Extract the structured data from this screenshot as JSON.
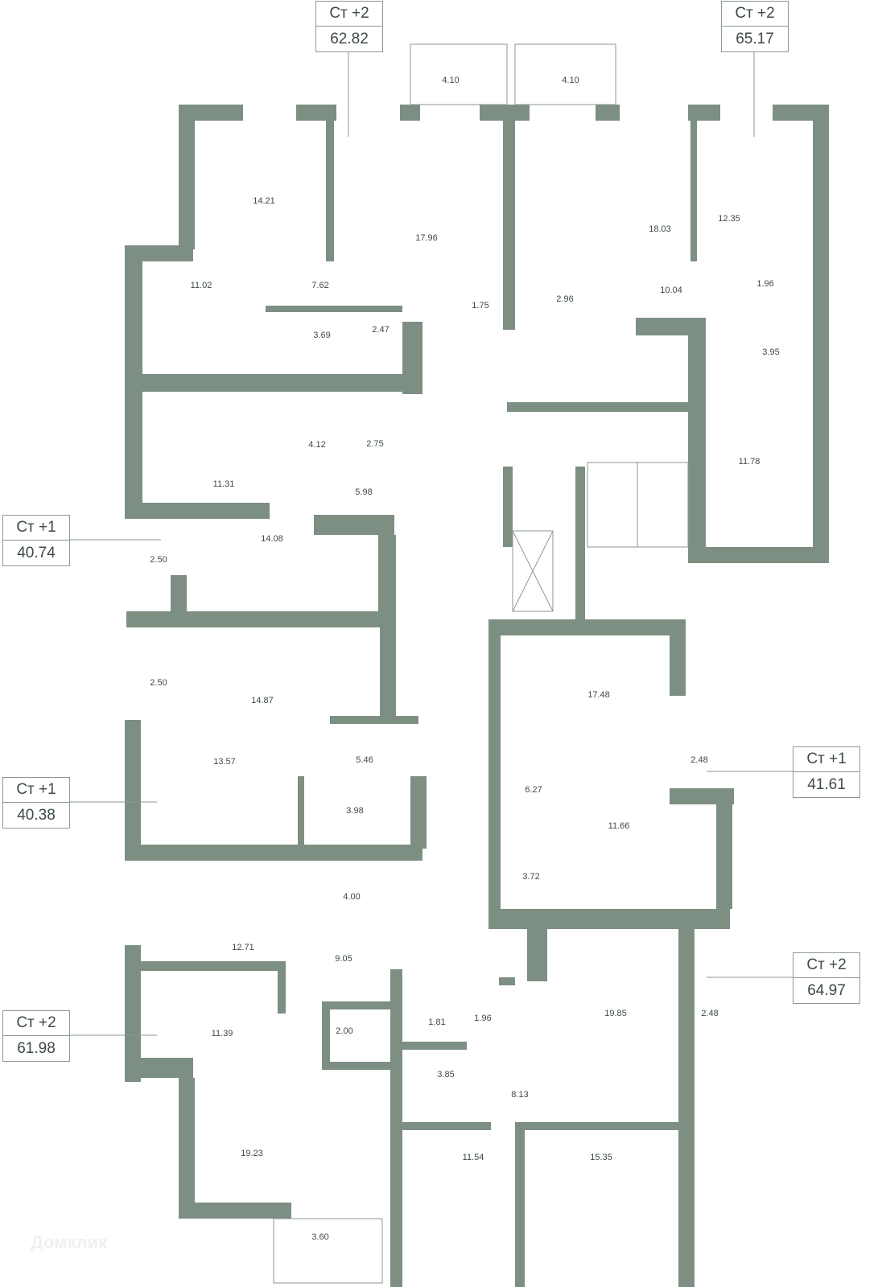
{
  "plan": {
    "wall_color": "#7d8f83",
    "callouts": [
      {
        "type": "Ст +2",
        "area": "62.82"
      },
      {
        "type": "Ст +2",
        "area": "65.17"
      },
      {
        "type": "Ст +1",
        "area": "40.74"
      },
      {
        "type": "Ст +1",
        "area": "40.38"
      },
      {
        "type": "Ст +2",
        "area": "61.98"
      },
      {
        "type": "Ст +1",
        "area": "41.61"
      },
      {
        "type": "Ст +2",
        "area": "64.97"
      }
    ],
    "rooms": [
      "4.10",
      "4.10",
      "14.21",
      "17.96",
      "18.03",
      "12.35",
      "11.02",
      "7.62",
      "3.69",
      "2.47",
      "1.75",
      "2.96",
      "10.04",
      "1.96",
      "3.95",
      "4.12",
      "2.75",
      "11.31",
      "5.98",
      "11.78",
      "14.08",
      "2.50",
      "2.50",
      "14.87",
      "17.48",
      "13.57",
      "5.46",
      "3.98",
      "6.27",
      "2.48",
      "11.66",
      "3.72",
      "12.71",
      "4.00",
      "9.05",
      "19.85",
      "2.48",
      "11.39",
      "2.00",
      "1.81",
      "1.96",
      "3.85",
      "8.13",
      "19.23",
      "11.54",
      "15.35",
      "3.60"
    ],
    "watermark": "Домклик"
  }
}
